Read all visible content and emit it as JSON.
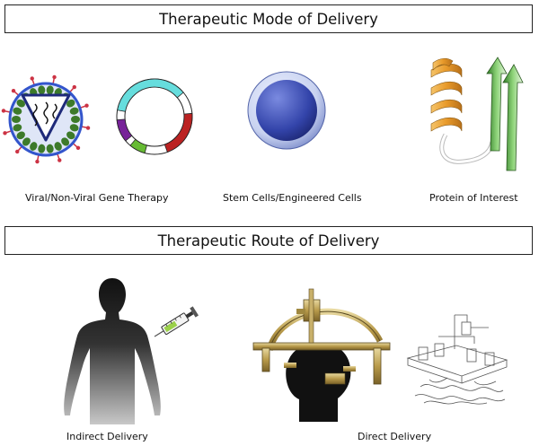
{
  "sections": {
    "mode_title": "Therapeutic Mode of Delivery",
    "route_title": "Therapeutic Route of Delivery"
  },
  "mode_items": {
    "gene_therapy": "Viral/Non-Viral Gene Therapy",
    "stem_cells": "Stem Cells/Engineered Cells",
    "protein": "Protein of Interest"
  },
  "route_items": {
    "indirect": "Indirect Delivery",
    "direct": "Direct Delivery"
  },
  "colors": {
    "virus_capsid": "#3d7a2a",
    "virus_envelope": "#3355cc",
    "virus_spike": "#cc3344",
    "plasmid_cyan": "#66dddd",
    "plasmid_red": "#bb2222",
    "plasmid_green": "#66bb33",
    "plasmid_purple": "#772299",
    "cell_blue": "#3344aa",
    "helix_orange": "#e89a2a",
    "sheet_green": "#4a9a3a"
  }
}
